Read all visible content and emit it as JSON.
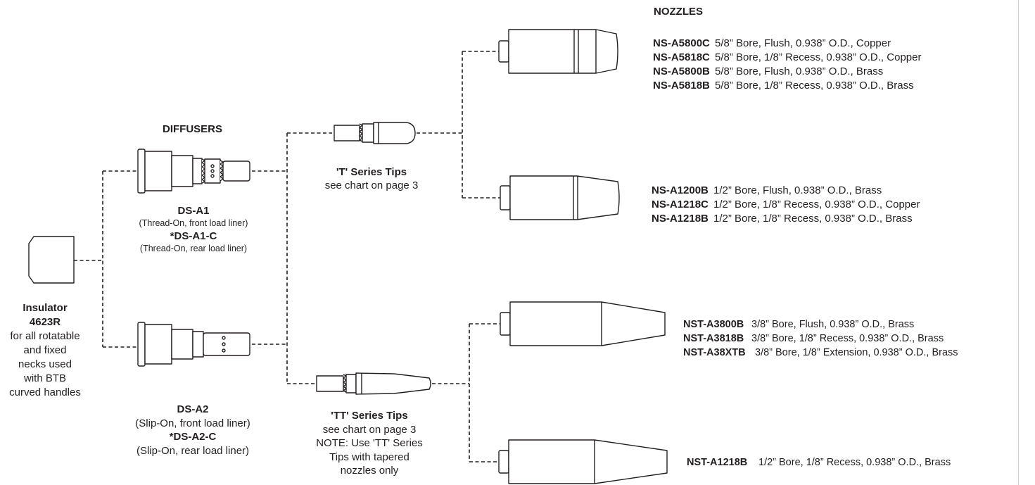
{
  "headers": {
    "nozzles": "NOZZLES",
    "diffusers": "DIFFUSERS"
  },
  "insulator": {
    "label": "Insulator",
    "part": "4623R",
    "note_lines": [
      "for all rotatable",
      "and fixed",
      "necks used",
      "with BTB",
      "curved handles"
    ]
  },
  "diffusers": [
    {
      "part": "DS-A1",
      "desc": "(Thread-On, front load liner)",
      "alt_part": "*DS-A1-C",
      "alt_desc": "(Thread-On, rear load liner)"
    },
    {
      "part": "DS-A2",
      "desc": "(Slip-On, front load liner)",
      "alt_part": "*DS-A2-C",
      "alt_desc": "(Slip-On, rear load liner)"
    }
  ],
  "tips": [
    {
      "title": "'T' Series Tips",
      "lines": [
        "see chart on page 3"
      ]
    },
    {
      "title": "'TT' Series Tips",
      "lines": [
        "see chart on page 3",
        "NOTE: Use 'TT' Series",
        "Tips with tapered",
        "nozzles only"
      ]
    }
  ],
  "nozzle_groups": [
    {
      "items": [
        {
          "code": "NS-A5800C",
          "desc": "5/8” Bore, Flush, 0.938” O.D., Copper"
        },
        {
          "code": "NS-A5818C",
          "desc": "5/8” Bore, 1/8” Recess, 0.938” O.D., Copper"
        },
        {
          "code": "NS-A5800B",
          "desc": "5/8” Bore, Flush, 0.938” O.D., Brass"
        },
        {
          "code": "NS-A5818B",
          "desc": "5/8” Bore, 1/8” Recess, 0.938” O.D., Brass"
        }
      ]
    },
    {
      "items": [
        {
          "code": "NS-A1200B",
          "desc": "1/2” Bore, Flush, 0.938” O.D., Brass"
        },
        {
          "code": "NS-A1218C",
          "desc": "1/2” Bore, 1/8” Recess, 0.938” O.D., Copper"
        },
        {
          "code": "NS-A1218B",
          "desc": "1/2” Bore, 1/8” Recess, 0.938” O.D., Brass"
        }
      ]
    },
    {
      "items": [
        {
          "code": "NST-A3800B",
          "desc": "3/8” Bore, Flush, 0.938” O.D., Brass"
        },
        {
          "code": "NST-A3818B",
          "desc": "3/8” Bore, 1/8” Recess, 0.938” O.D., Brass"
        },
        {
          "code": "NST-A38XTB",
          "desc": "3/8” Bore, 1/8” Extension, 0.938” O.D., Brass"
        }
      ]
    },
    {
      "items": [
        {
          "code": "NST-A1218B",
          "desc": "1/2” Bore, 1/8” Recess, 0.938” O.D., Brass"
        }
      ]
    }
  ]
}
